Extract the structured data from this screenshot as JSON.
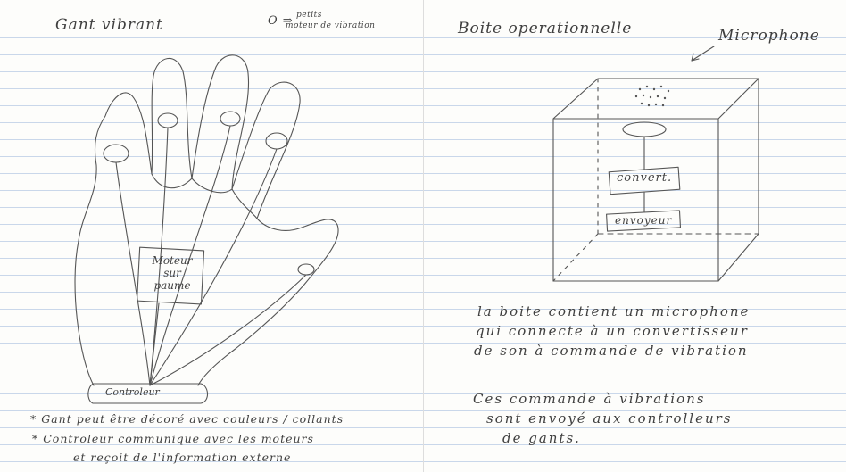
{
  "left_page": {
    "title": "Gant vibrant",
    "legend": {
      "symbol": "O ⇒",
      "line1": "petits",
      "line2": "moteur de vibration"
    },
    "palm_motor_label": [
      "Moteur",
      "sur",
      "paume"
    ],
    "controller_label": "Controleur",
    "notes": [
      "* Gant peut être décoré avec couleurs / collants",
      "* Controleur communique avec les moteurs",
      "et reçoit de l'information externe"
    ]
  },
  "right_page": {
    "title": "Boite operationnelle",
    "microphone_label": "Microphone",
    "converter_label": "convert.",
    "sender_label": "envoyeur",
    "paragraph1": [
      "la boite contient un microphone",
      "qui connecte à un convertisseur",
      "de son à commande de vibration"
    ],
    "paragraph2": [
      "Ces commande à vibrations",
      "sont envoyé aux controlleurs",
      "de gants."
    ]
  }
}
